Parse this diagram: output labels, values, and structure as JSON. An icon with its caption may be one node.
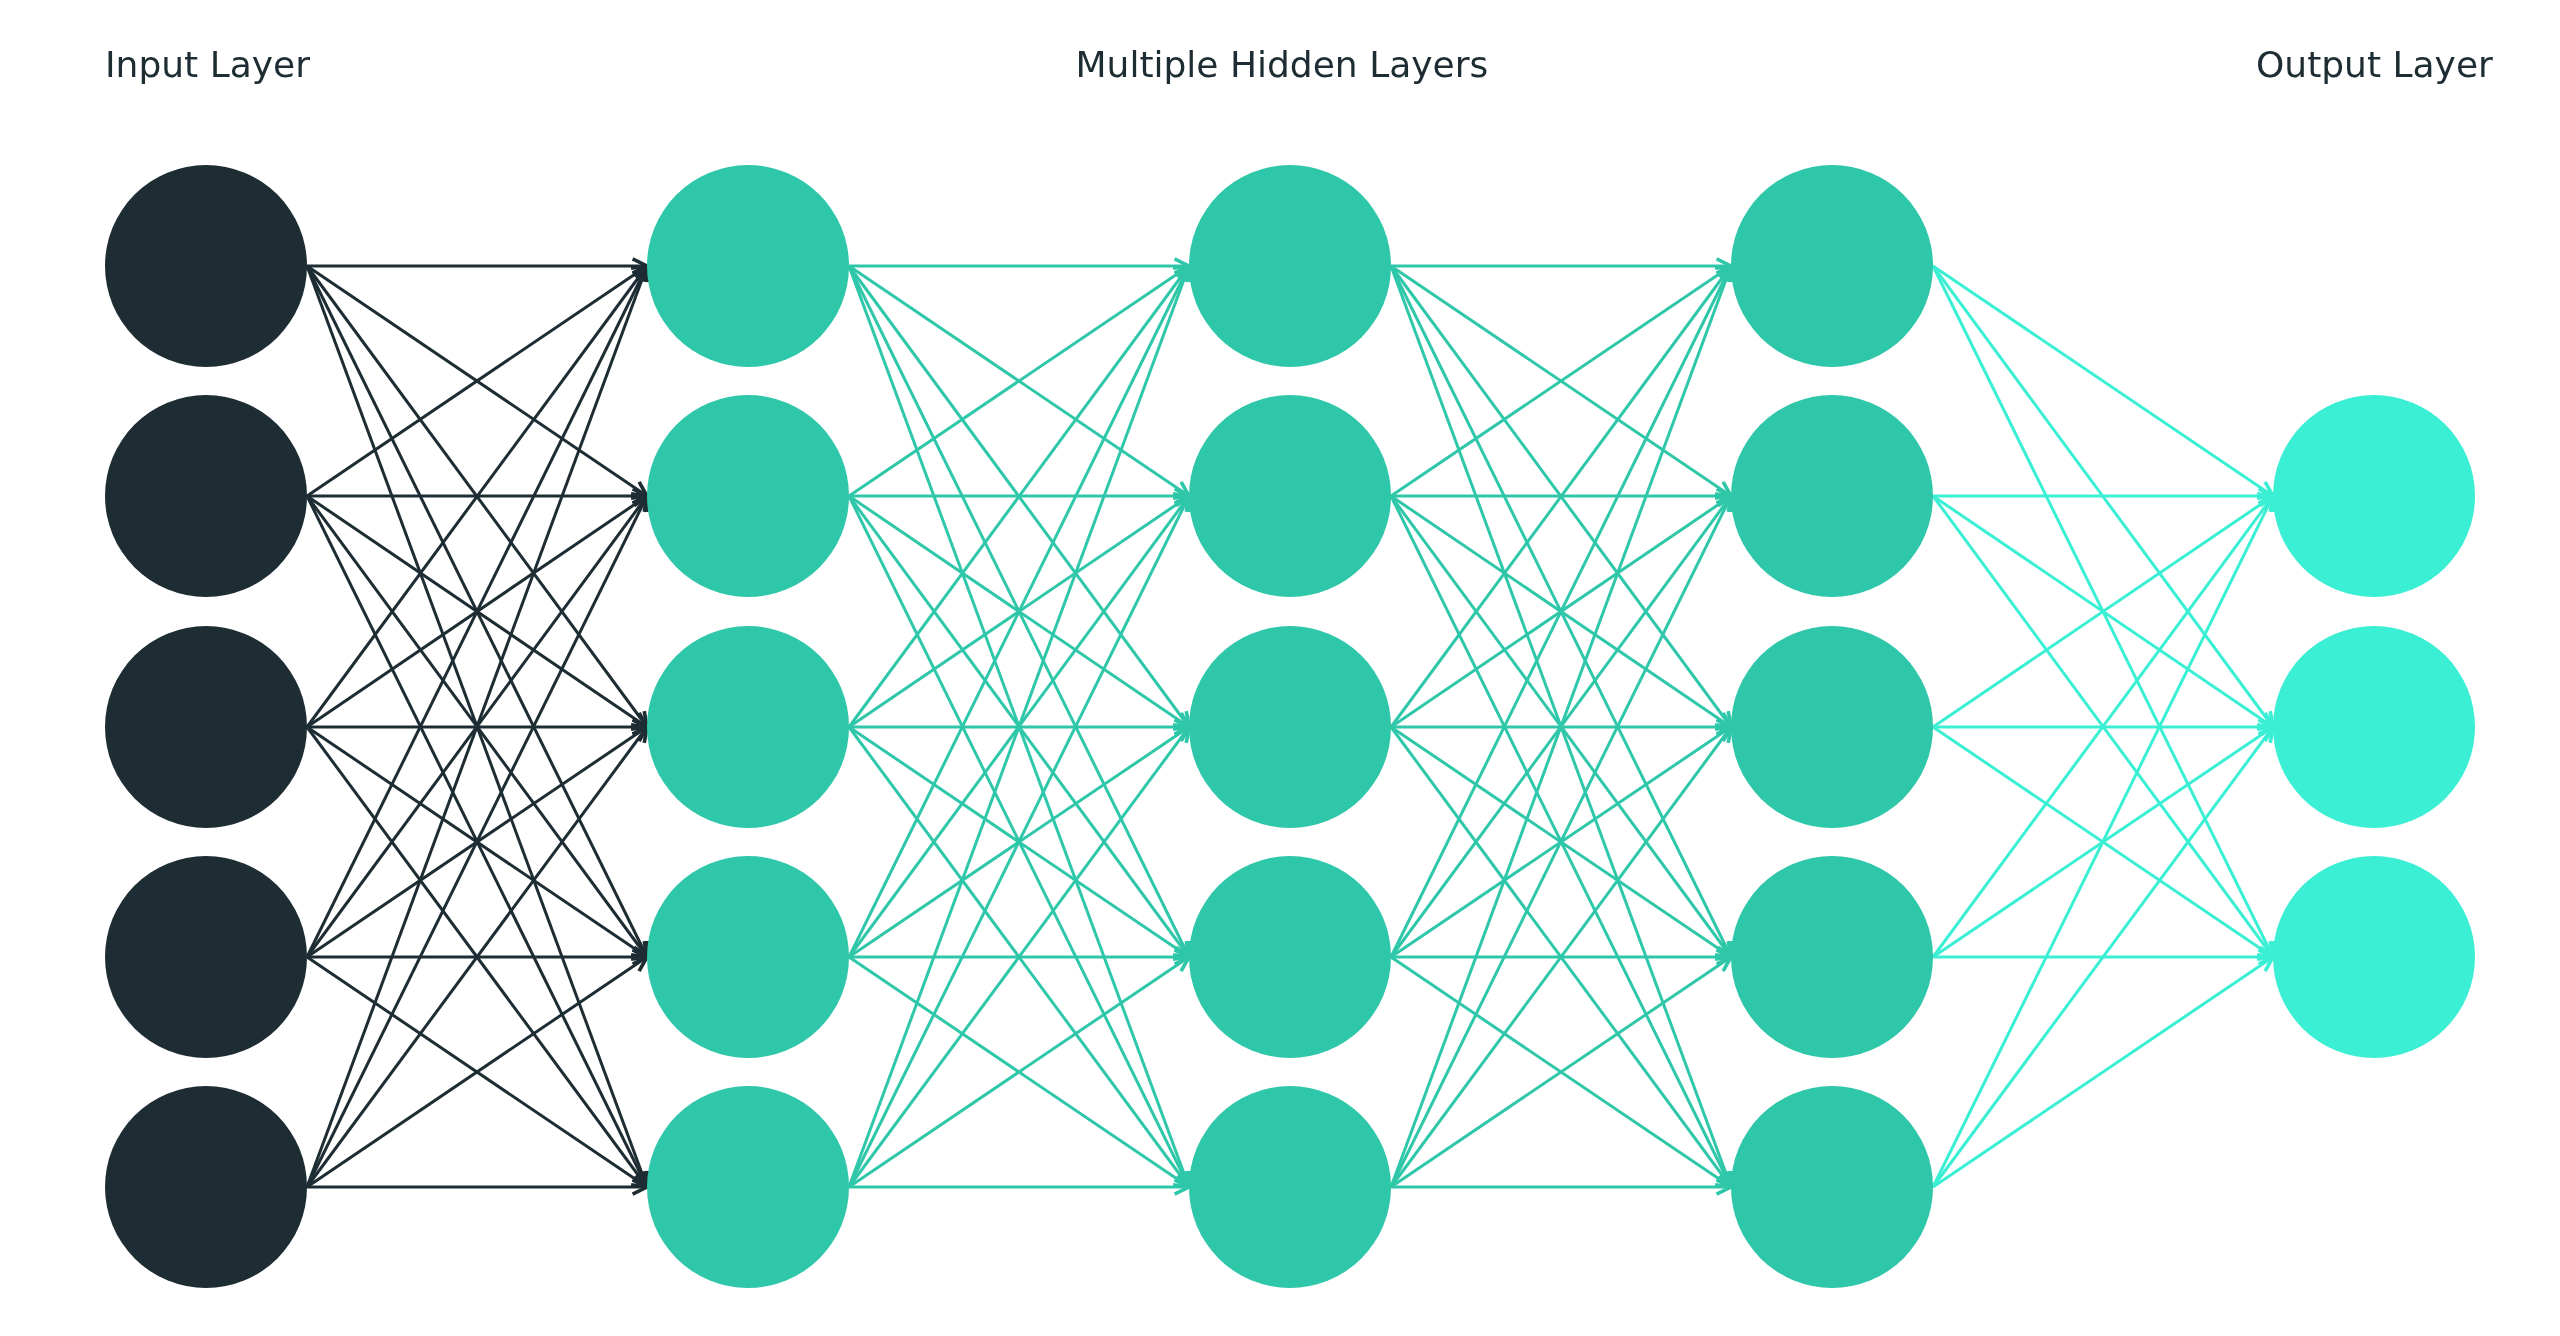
{
  "diagram": {
    "nodes": [
      {
        "text": [],
        "shape": "circle"
      },
      {
        "text": [],
        "shape": "circle"
      },
      {
        "text": [],
        "shape": "circle"
      },
      {
        "text": [],
        "shape": "circle"
      },
      {
        "text": [],
        "shape": "circle"
      },
      {
        "text": [],
        "shape": "circle"
      },
      {
        "text": [],
        "shape": "circle"
      },
      {
        "text": [],
        "shape": "circle"
      },
      {
        "text": [],
        "shape": "circle"
      },
      {
        "text": [],
        "shape": "circle"
      },
      {
        "text": [],
        "shape": "circle"
      },
      {
        "text": [],
        "shape": "circle"
      },
      {
        "text": [],
        "shape": "circle"
      },
      {
        "text": [],
        "shape": "circle"
      },
      {
        "text": [],
        "shape": "circle"
      },
      {
        "text": [],
        "shape": "circle"
      },
      {
        "text": [],
        "shape": "circle"
      },
      {
        "text": [],
        "shape": "circle"
      },
      {
        "text": [],
        "shape": "circle"
      },
      {
        "text": [],
        "shape": "circle"
      },
      {
        "text": [],
        "shape": "circle"
      },
      {
        "text": [],
        "shape": "circle"
      },
      {
        "text": [],
        "shape": "circle"
      }
    ],
    "edges": [
      {
        "from": 0,
        "to": 5,
        "arrow": "to",
        "color": "#1e2d33"
      },
      {
        "from": 0,
        "to": 6,
        "arrow": "to",
        "color": "#1e2d33"
      },
      {
        "from": 0,
        "to": 7,
        "arrow": "to",
        "color": "#1e2d33"
      },
      {
        "from": 0,
        "to": 8,
        "arrow": "to",
        "color": "#1e2d33"
      },
      {
        "from": 0,
        "to": 9,
        "arrow": "to",
        "color": "#1e2d33"
      },
      {
        "from": 1,
        "to": 5,
        "arrow": "to",
        "color": "#1e2d33"
      },
      {
        "from": 1,
        "to": 6,
        "arrow": "to",
        "color": "#1e2d33"
      },
      {
        "from": 1,
        "to": 7,
        "arrow": "to",
        "color": "#1e2d33"
      },
      {
        "from": 1,
        "to": 8,
        "arrow": "to",
        "color": "#1e2d33"
      },
      {
        "from": 1,
        "to": 9,
        "arrow": "to",
        "color": "#1e2d33"
      },
      {
        "from": 2,
        "to": 5,
        "arrow": "to",
        "color": "#1e2d33"
      },
      {
        "from": 2,
        "to": 6,
        "arrow": "to",
        "color": "#1e2d33"
      },
      {
        "from": 2,
        "to": 7,
        "arrow": "to",
        "color": "#1e2d33"
      },
      {
        "from": 2,
        "to": 8,
        "arrow": "to",
        "color": "#1e2d33"
      },
      {
        "from": 2,
        "to": 9,
        "arrow": "to",
        "color": "#1e2d33"
      },
      {
        "from": 3,
        "to": 5,
        "arrow": "to",
        "color": "#1e2d33"
      },
      {
        "from": 3,
        "to": 6,
        "arrow": "to",
        "color": "#1e2d33"
      },
      {
        "from": 3,
        "to": 7,
        "arrow": "to",
        "color": "#1e2d33"
      },
      {
        "from": 3,
        "to": 8,
        "arrow": "to",
        "color": "#1e2d33"
      },
      {
        "from": 3,
        "to": 9,
        "arrow": "to",
        "color": "#1e2d33"
      },
      {
        "from": 4,
        "to": 5,
        "arrow": "to",
        "color": "#1e2d33"
      },
      {
        "from": 4,
        "to": 6,
        "arrow": "to",
        "color": "#1e2d33"
      },
      {
        "from": 4,
        "to": 7,
        "arrow": "to",
        "color": "#1e2d33"
      },
      {
        "from": 4,
        "to": 8,
        "arrow": "to",
        "color": "#1e2d33"
      },
      {
        "from": 4,
        "to": 9,
        "arrow": "to",
        "color": "#1e2d33"
      },
      {
        "from": 5,
        "to": 10,
        "arrow": "to"
      },
      {
        "from": 5,
        "to": 11,
        "arrow": "to"
      },
      {
        "from": 5,
        "to": 12,
        "arrow": "to"
      },
      {
        "from": 5,
        "to": 13,
        "arrow": "to"
      },
      {
        "from": 5,
        "to": 14,
        "arrow": "to"
      },
      {
        "from": 6,
        "to": 10,
        "arrow": "to"
      },
      {
        "from": 6,
        "to": 11,
        "arrow": "to"
      },
      {
        "from": 6,
        "to": 12,
        "arrow": "to"
      },
      {
        "from": 6,
        "to": 13,
        "arrow": "to"
      },
      {
        "from": 6,
        "to": 14,
        "arrow": "to"
      },
      {
        "from": 7,
        "to": 10,
        "arrow": "to"
      },
      {
        "from": 7,
        "to": 11,
        "arrow": "to"
      },
      {
        "from": 7,
        "to": 12,
        "arrow": "to"
      },
      {
        "from": 7,
        "to": 13,
        "arrow": "to"
      },
      {
        "from": 7,
        "to": 14,
        "arrow": "to"
      },
      {
        "from": 8,
        "to": 10,
        "arrow": "to"
      },
      {
        "from": 8,
        "to": 11,
        "arrow": "to"
      },
      {
        "from": 8,
        "to": 12,
        "arrow": "to"
      },
      {
        "from": 8,
        "to": 13,
        "arrow": "to"
      },
      {
        "from": 8,
        "to": 14,
        "arrow": "to"
      },
      {
        "from": 9,
        "to": 10,
        "arrow": "to"
      },
      {
        "from": 9,
        "to": 11,
        "arrow": "to"
      },
      {
        "from": 9,
        "to": 12,
        "arrow": "to"
      },
      {
        "from": 9,
        "to": 13,
        "arrow": "to"
      },
      {
        "from": 9,
        "to": 14,
        "arrow": "to"
      },
      {
        "from": 10,
        "to": 15,
        "arrow": "to"
      },
      {
        "from": 10,
        "to": 16,
        "arrow": "to"
      },
      {
        "from": 10,
        "to": 17,
        "arrow": "to"
      },
      {
        "from": 10,
        "to": 18,
        "arrow": "to"
      },
      {
        "from": 10,
        "to": 19,
        "arrow": "to"
      },
      {
        "from": 11,
        "to": 15,
        "arrow": "to"
      },
      {
        "from": 11,
        "to": 16,
        "arrow": "to"
      },
      {
        "from": 11,
        "to": 17,
        "arrow": "to"
      },
      {
        "from": 11,
        "to": 18,
        "arrow": "to"
      },
      {
        "from": 11,
        "to": 19,
        "arrow": "to"
      },
      {
        "from": 12,
        "to": 15,
        "arrow": "to"
      },
      {
        "from": 12,
        "to": 16,
        "arrow": "to"
      },
      {
        "from": 12,
        "to": 17,
        "arrow": "to"
      },
      {
        "from": 12,
        "to": 18,
        "arrow": "to"
      },
      {
        "from": 12,
        "to": 19,
        "arrow": "to"
      },
      {
        "from": 13,
        "to": 15,
        "arrow": "to"
      },
      {
        "from": 13,
        "to": 16,
        "arrow": "to"
      },
      {
        "from": 13,
        "to": 17,
        "arrow": "to"
      },
      {
        "from": 13,
        "to": 18,
        "arrow": "to"
      },
      {
        "from": 13,
        "to": 19,
        "arrow": "to"
      },
      {
        "from": 14,
        "to": 15,
        "arrow": "to"
      },
      {
        "from": 14,
        "to": 16,
        "arrow": "to"
      },
      {
        "from": 14,
        "to": 17,
        "arrow": "to"
      },
      {
        "from": 14,
        "to": 18,
        "arrow": "to"
      },
      {
        "from": 14,
        "to": 19,
        "arrow": "to"
      },
      {
        "from": 15,
        "to": 20,
        "arrow": "to",
        "color": "#3aefd4"
      },
      {
        "from": 15,
        "to": 21,
        "arrow": "to",
        "color": "#3aefd4"
      },
      {
        "from": 15,
        "to": 22,
        "arrow": "to",
        "color": "#3aefd4"
      },
      {
        "from": 16,
        "to": 20,
        "arrow": "to",
        "color": "#3aefd4"
      },
      {
        "from": 16,
        "to": 21,
        "arrow": "to",
        "color": "#3aefd4"
      },
      {
        "from": 16,
        "to": 22,
        "arrow": "to",
        "color": "#3aefd4"
      },
      {
        "from": 17,
        "to": 20,
        "arrow": "to",
        "color": "#3aefd4"
      },
      {
        "from": 17,
        "to": 21,
        "arrow": "to",
        "color": "#3aefd4"
      },
      {
        "from": 17,
        "to": 22,
        "arrow": "to",
        "color": "#3aefd4"
      },
      {
        "from": 18,
        "to": 20,
        "arrow": "to",
        "color": "#3aefd4"
      },
      {
        "from": 18,
        "to": 21,
        "arrow": "to",
        "color": "#3aefd4"
      },
      {
        "from": 18,
        "to": 22,
        "arrow": "to",
        "color": "#3aefd4"
      },
      {
        "from": 19,
        "to": 20,
        "arrow": "to",
        "color": "#3aefd4"
      },
      {
        "from": 19,
        "to": 21,
        "arrow": "to",
        "color": "#3aefd4"
      },
      {
        "from": 19,
        "to": 22,
        "arrow": "to",
        "color": "#3aefd4"
      }
    ],
    "labels": [
      "Input Layer",
      "Multiple Hidden Layers",
      "Output Layer"
    ]
  }
}
